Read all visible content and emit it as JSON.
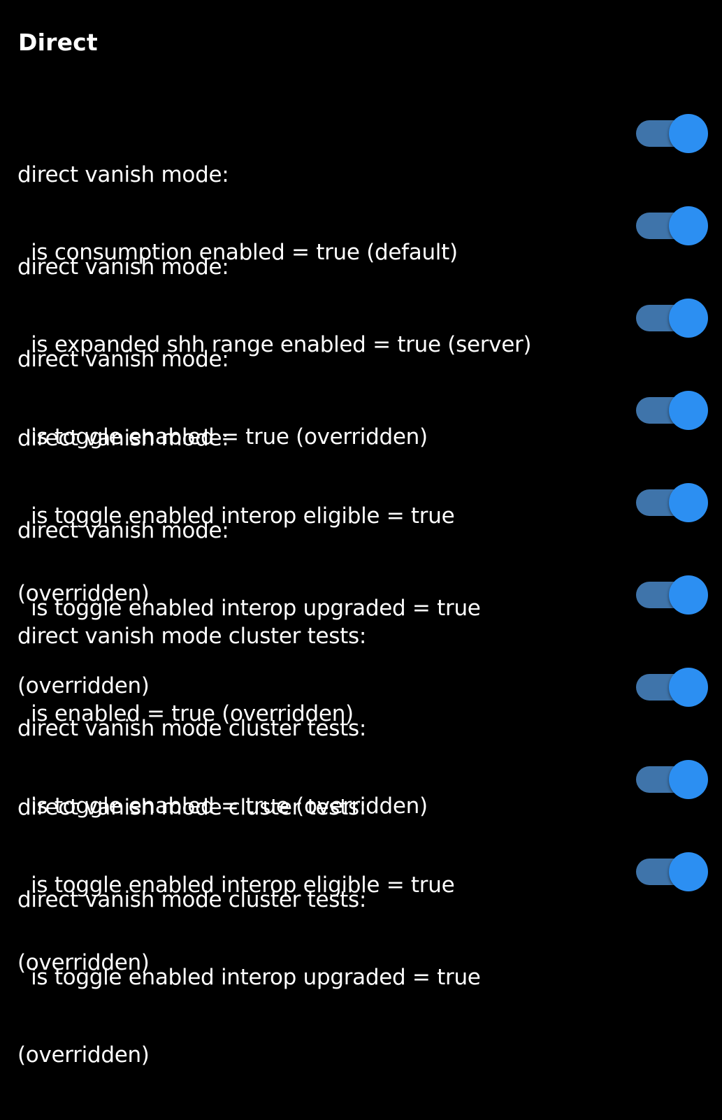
{
  "section": {
    "title": "Direct"
  },
  "settings": [
    {
      "line1": "direct vanish mode:",
      "line2": "  is consumption enabled = true (default)",
      "line3": "",
      "enabled": true
    },
    {
      "line1": "direct vanish mode:",
      "line2": "  is expanded shh range enabled = true (server)",
      "line3": "",
      "enabled": true
    },
    {
      "line1": "direct vanish mode:",
      "line2": "  is toggle enabled = true (overridden)",
      "line3": "",
      "enabled": true
    },
    {
      "line1": "direct vanish mode:",
      "line2": "  is toggle enabled interop eligible = true",
      "line3": "(overridden)",
      "enabled": true
    },
    {
      "line1": "direct vanish mode:",
      "line2": "  is toggle enabled interop upgraded = true",
      "line3": "(overridden)",
      "enabled": true
    },
    {
      "line1": "direct vanish mode cluster tests:",
      "line2": "  is enabled = true (overridden)",
      "line3": "",
      "enabled": true
    },
    {
      "line1": "direct vanish mode cluster tests:",
      "line2": "  is toggle enabled = true (overridden)",
      "line3": "",
      "enabled": true
    },
    {
      "line1": "direct vanish mode cluster tests:",
      "line2": "  is toggle enabled interop eligible = true",
      "line3": "(overridden)",
      "enabled": true
    },
    {
      "line1": "direct vanish mode cluster tests:",
      "line2": "  is toggle enabled interop upgraded = true",
      "line3": "(overridden)",
      "enabled": true
    }
  ],
  "colors": {
    "background": "#000000",
    "text": "#ffffff",
    "toggle_track_on": "#3f74aa",
    "toggle_thumb_on": "#2c8ff2"
  }
}
